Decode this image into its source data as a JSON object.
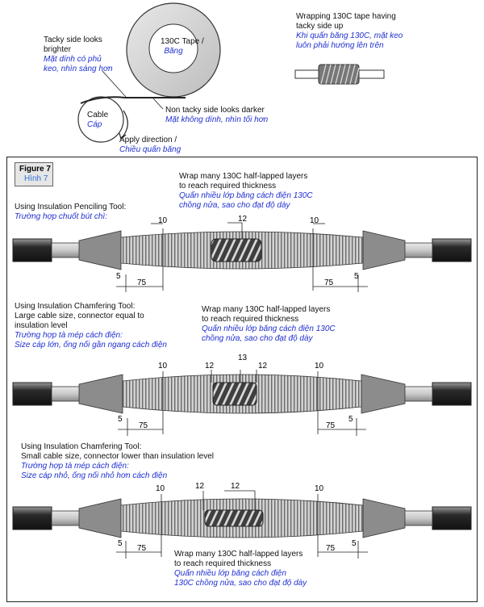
{
  "top": {
    "roll_label_en": "130C Tape /",
    "roll_label_vi": "Băng",
    "cable_en": "Cable",
    "cable_vi": "Cáp",
    "tacky_en_1": "Tacky side looks",
    "tacky_en_2": "brighter",
    "tacky_vi_1": "Mặt dính có phủ",
    "tacky_vi_2": "keo, nhìn sáng hơn",
    "nontacky_en": "Non tacky side looks darker",
    "nontacky_vi": "Mặt không dính, nhìn tối hơn",
    "apply_en": "Apply direction /",
    "apply_vi": "Chiều quấn băng",
    "wrap_en_1": "Wrapping 130C tape having",
    "wrap_en_2": "tacky side up",
    "wrap_vi_1": "Khi quấn băng 130C, mặt keo",
    "wrap_vi_2": "luôn phải hướng lên trên"
  },
  "figure": {
    "title_en": "Figure 7",
    "title_vi": "Hình 7"
  },
  "sections": [
    {
      "case_en": "Using Insulation Penciling Tool:",
      "case_vi": "Trường hợp chuốt bút chì:",
      "wrap_en_1": "Wrap many 130C half-lapped layers",
      "wrap_en_2": "to reach required thickness",
      "wrap_vi_1": "Quấn nhiều lớp băng cách điện 130C",
      "wrap_vi_2": "chồng nửa, sao cho đạt độ dày",
      "dims": [
        "10",
        "12",
        "10",
        "5",
        "75",
        "75",
        "5"
      ]
    },
    {
      "case_en_1": "Using Insulation Chamfering Tool:",
      "case_en_2": "Large cable size, connector equal to",
      "case_en_3": "insulation level",
      "case_vi_1": "Trường hợp tà mép cách điện:",
      "case_vi_2": "Size cáp lớn, ống nối gần ngang cách điện",
      "wrap_en_1": "Wrap many 130C half-lapped layers",
      "wrap_en_2": "to reach required thickness",
      "wrap_vi_1": "Quấn nhiều lớp băng cách điện 130C",
      "wrap_vi_2": "chồng nửa, sao cho đạt độ dày",
      "dims": [
        "10",
        "12",
        "13",
        "12",
        "10",
        "5",
        "75",
        "75",
        "5"
      ]
    },
    {
      "case_en_1": "Using Insulation Chamfering Tool:",
      "case_en_2": "Small cable size, connector lower than insulation level",
      "case_vi_1": "Trường hợp tà mép cách điện:",
      "case_vi_2": "Size cáp nhỏ, ống nối nhỏ hơn cách điện",
      "wrap_en_1": "Wrap many 130C half-lapped layers",
      "wrap_en_2": "to reach required thickness",
      "wrap_vi_1": "Quấn nhiều lớp băng cách điện",
      "wrap_vi_2": "130C chồng nửa, sao cho đạt độ dày",
      "dims": [
        "10",
        "12",
        "12",
        "10",
        "5",
        "75",
        "75",
        "5"
      ]
    }
  ]
}
